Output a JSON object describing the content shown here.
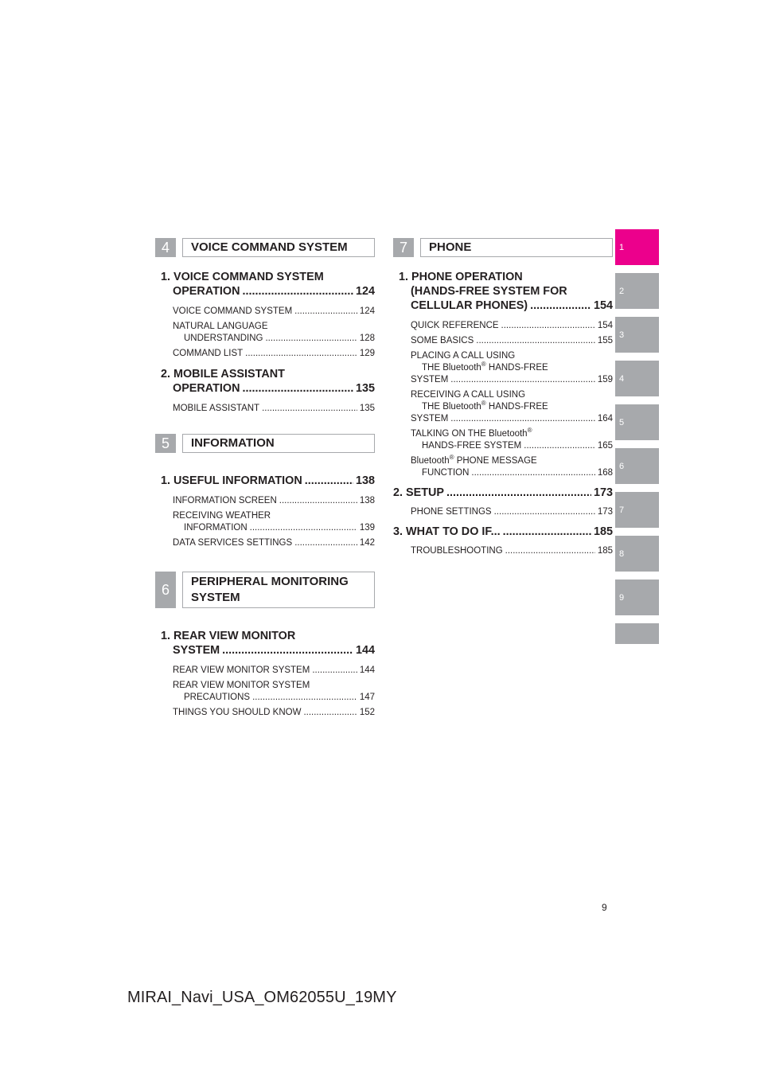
{
  "left": {
    "s4": {
      "num": "4",
      "title": "VOICE COMMAND SYSTEM"
    },
    "s4e": [
      {
        "lines": [
          "1. VOICE COMMAND SYSTEM"
        ],
        "last": "OPERATION",
        "page": "124"
      },
      {
        "lines": [],
        "last": "VOICE COMMAND SYSTEM",
        "page": "124"
      },
      {
        "lines": [
          "NATURAL LANGUAGE"
        ],
        "last": "UNDERSTANDING",
        "page": "128"
      },
      {
        "lines": [],
        "last": "COMMAND LIST",
        "page": "129"
      },
      {
        "lines": [
          "2. MOBILE ASSISTANT"
        ],
        "last": "OPERATION",
        "page": "135"
      },
      {
        "lines": [],
        "last": "MOBILE ASSISTANT",
        "page": "135"
      }
    ],
    "s5": {
      "num": "5",
      "title": "INFORMATION"
    },
    "s5e": [
      {
        "lines": [],
        "last": "1. USEFUL INFORMATION",
        "page": "138"
      },
      {
        "lines": [],
        "last": "INFORMATION SCREEN",
        "page": "138"
      },
      {
        "lines": [
          "RECEIVING WEATHER"
        ],
        "last": "INFORMATION",
        "page": "139"
      },
      {
        "lines": [],
        "last": "DATA SERVICES SETTINGS",
        "page": "142"
      }
    ],
    "s6": {
      "num": "6",
      "title_line1": "PERIPHERAL MONITORING",
      "title_line2": "SYSTEM"
    },
    "s6e": [
      {
        "lines": [
          "1. REAR VIEW MONITOR"
        ],
        "last": "SYSTEM",
        "page": "144"
      },
      {
        "lines": [],
        "last": "REAR VIEW MONITOR SYSTEM",
        "page": "144"
      },
      {
        "lines": [
          "REAR VIEW MONITOR SYSTEM"
        ],
        "last": "PRECAUTIONS",
        "page": "147"
      },
      {
        "lines": [],
        "last": "THINGS YOU SHOULD KNOW",
        "page": "152"
      }
    ]
  },
  "right": {
    "s7": {
      "num": "7",
      "title": "PHONE"
    },
    "e1": {
      "l1": "1. PHONE OPERATION",
      "l2": "(HANDS-FREE SYSTEM FOR",
      "last": "CELLULAR PHONES)",
      "page": "154"
    },
    "e2": {
      "last": "QUICK REFERENCE",
      "page": "154"
    },
    "e3": {
      "last": "SOME BASICS",
      "page": "155"
    },
    "e4": {
      "l1": "PLACING A CALL USING",
      "l2a": "THE Bluetooth",
      "reg": "®",
      "l2b": " HANDS-FREE",
      "last": "SYSTEM",
      "page": "159"
    },
    "e5": {
      "l1": "RECEIVING A CALL USING",
      "l2a": "THE Bluetooth",
      "reg": "®",
      "l2b": " HANDS-FREE",
      "last": "SYSTEM",
      "page": "164"
    },
    "e6": {
      "l1a": "TALKING ON THE Bluetooth",
      "reg": "®",
      "last": "HANDS-FREE SYSTEM",
      "page": "165"
    },
    "e7": {
      "l1a": "Bluetooth",
      "reg": "®",
      "l1b": " PHONE MESSAGE",
      "last": "FUNCTION",
      "page": "168"
    },
    "e8": {
      "last": "2. SETUP",
      "page": "173"
    },
    "e9": {
      "last": "PHONE SETTINGS",
      "page": "173"
    },
    "e10": {
      "last": "3. WHAT TO DO IF...",
      "page": "185"
    },
    "e11": {
      "last": "TROUBLESHOOTING",
      "page": "185"
    }
  },
  "tabs": [
    "1",
    "2",
    "3",
    "4",
    "5",
    "6",
    "7",
    "8",
    "9",
    ""
  ],
  "active_tab": "1",
  "colors": {
    "tab_gray": "#a7a9ac",
    "tab_active": "#ec008c",
    "text": "#231f20"
  },
  "page_number": "9",
  "footer": "MIRAI_Navi_USA_OM62055U_19MY"
}
